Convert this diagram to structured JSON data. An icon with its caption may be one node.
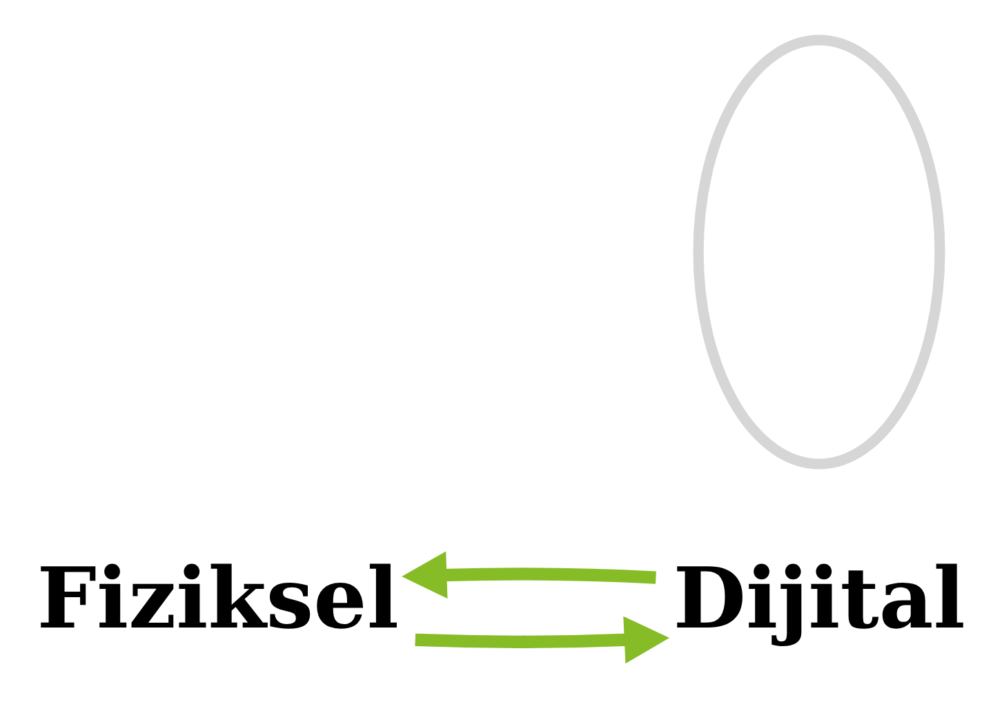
{
  "diagram": {
    "nodes": [
      {
        "text": [
          "Fiziksel"
        ]
      },
      {
        "text": [
          "Dijital"
        ]
      },
      {
        "text": [],
        "shape": "ellipse"
      }
    ],
    "edges": [
      {
        "from": 0,
        "to": 1,
        "arrow": "to"
      },
      {
        "from": 1,
        "to": 0,
        "arrow": "to"
      }
    ]
  }
}
